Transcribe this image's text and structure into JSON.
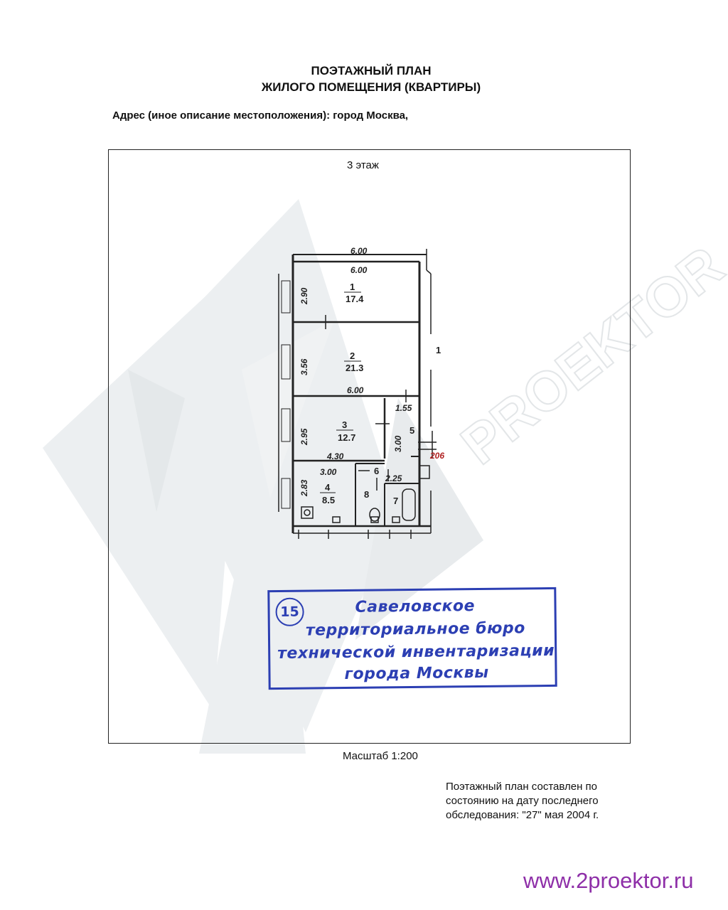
{
  "header": {
    "title_line1": "ПОЭТАЖНЫЙ ПЛАН",
    "title_line2": "ЖИЛОГО ПОМЕЩЕНИЯ (КВАРТИРЫ)",
    "address": "Адрес (иное описание местоположения): город Москва,"
  },
  "plan": {
    "floor_label": "3 этаж",
    "stairs_label": "1",
    "apartment_number": "206",
    "rooms": [
      {
        "number": "1",
        "area": "17.4"
      },
      {
        "number": "2",
        "area": "21.3"
      },
      {
        "number": "3",
        "area": "12.7"
      },
      {
        "number": "4",
        "area": "8.5"
      },
      {
        "number": "5",
        "area": ""
      },
      {
        "number": "6",
        "area": ""
      },
      {
        "number": "7",
        "area": ""
      },
      {
        "number": "8",
        "area": ""
      }
    ],
    "dimensions": {
      "top_outer": "6.00",
      "room1_width": "6.00",
      "room1_depth": "2.90",
      "room2_depth": "3.56",
      "room2_width": "6.00",
      "room3_depth": "2.95",
      "room3_width": "4.30",
      "room4_width": "3.00",
      "room4_depth": "2.83",
      "hall_width": "1.55",
      "hall_depth": "3.00",
      "bath_width": "2.25"
    },
    "scale": "Масштаб 1:200"
  },
  "stamp": {
    "number": "15",
    "line1": "Савеловское",
    "line2": "территориальное бюро",
    "line3": "технической инвентаризации",
    "line4": "города Москвы",
    "color": "#2c3fb3"
  },
  "footer": {
    "survey_line1": "Поэтажный план составлен по",
    "survey_line2": "состоянию на дату последнего",
    "survey_line3": "обследования: \"27\" мая 2004 г.",
    "website": "www.2proektor.ru",
    "website_color": "#8e2fa8"
  }
}
